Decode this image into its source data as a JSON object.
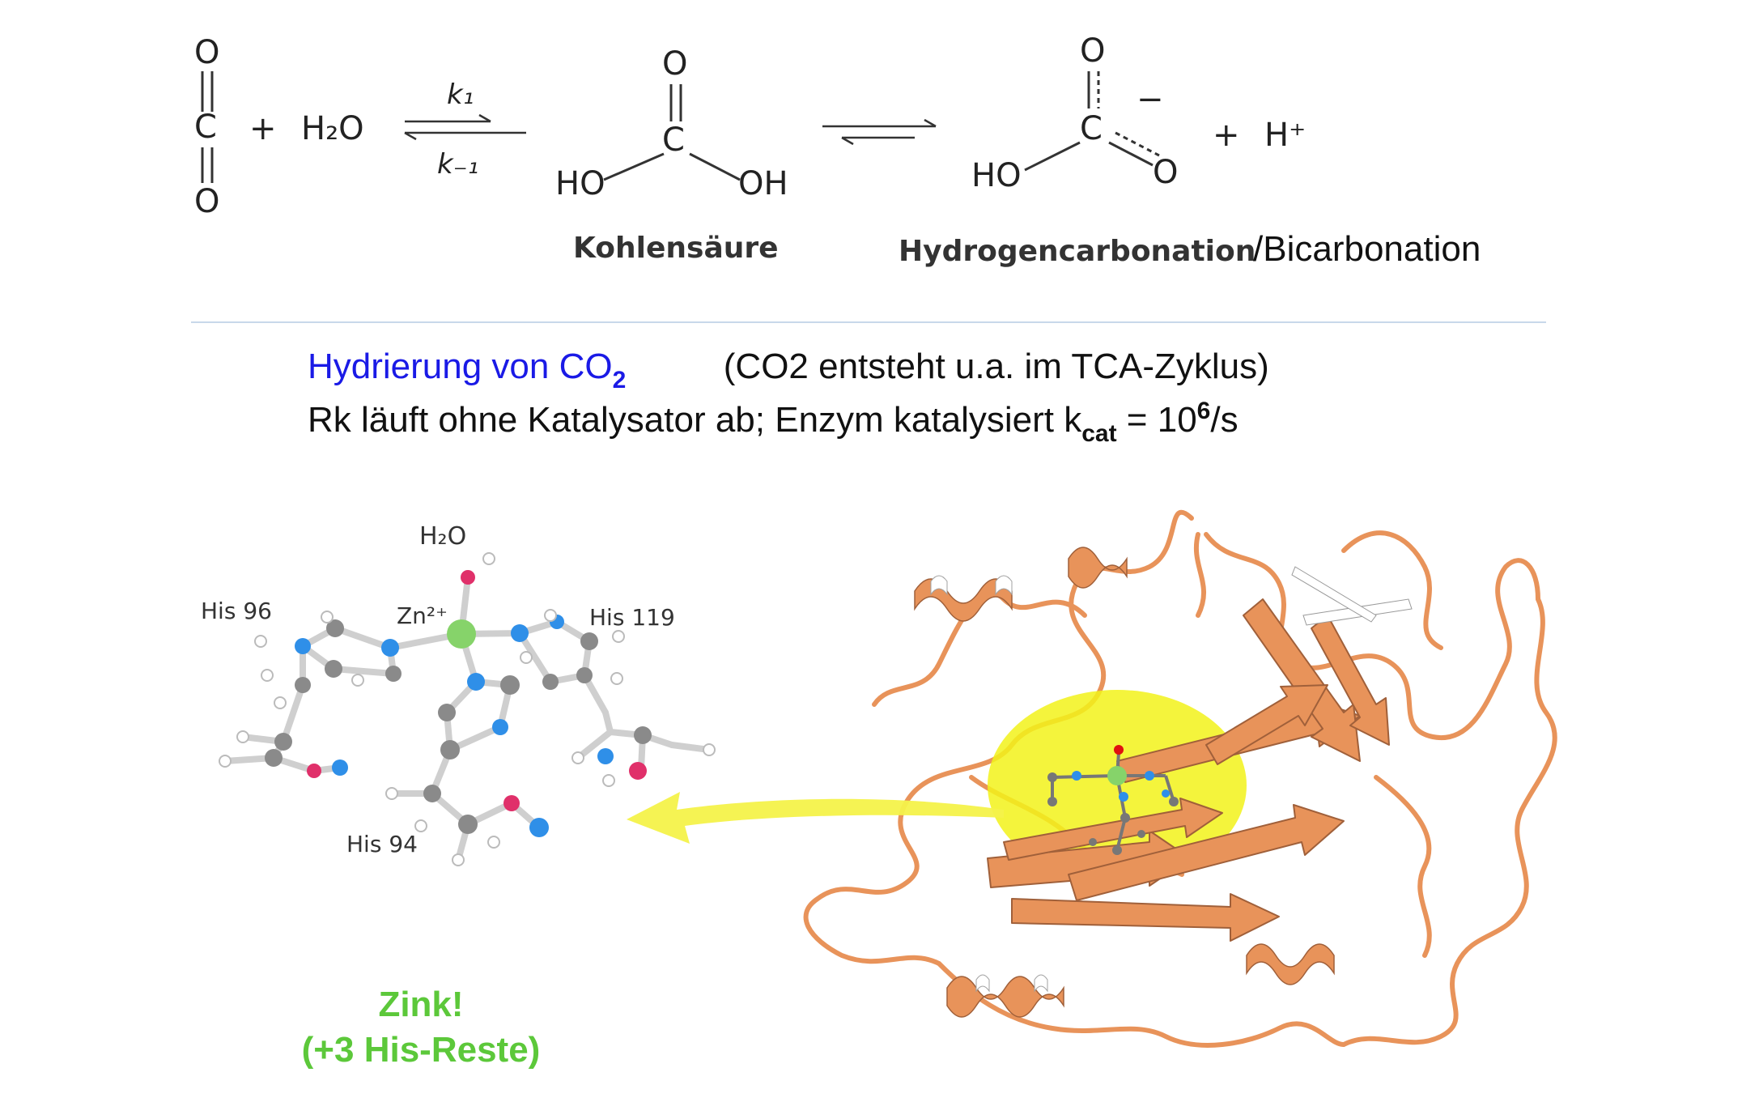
{
  "reaction": {
    "co2_o_top": "O",
    "co2_c": "C",
    "co2_o_bottom": "O",
    "plus1": "+",
    "water": "H₂O",
    "k_forward": "k₁",
    "k_reverse": "k₋₁",
    "acid": {
      "o": "O",
      "c": "C",
      "ho": "HO",
      "oh": "OH",
      "name": "Kohlensäure"
    },
    "bicarbonate": {
      "o_top": "O",
      "c": "C",
      "minus": "−",
      "o_right": "O",
      "ho": "HO",
      "name": "Hydrogencarbonation",
      "name_suffix": "/Bicarbonation"
    },
    "plus2": "+",
    "proton": "H⁺"
  },
  "text": {
    "hydrierung": "Hydrierung von CO",
    "hydrierung_sub": "2",
    "tca_note": "(CO2 entsteht u.a. im TCA-Zyklus)",
    "line2_a": "Rk läuft ohne Katalysator ab; Enzym katalysiert k",
    "line2_sub": "cat",
    "line2_b": " = 10",
    "line2_sup": "6",
    "line2_c": "/s"
  },
  "active_site": {
    "water": "H₂O",
    "zinc": "Zn²⁺",
    "his96": "His 96",
    "his119": "His 119",
    "his94": "His 94"
  },
  "caption": {
    "line1": "Zink!",
    "line2": "(+3 His-Reste)"
  },
  "colors": {
    "blue_text": "#1a1ae6",
    "green_text": "#5cc83a",
    "ribbon": "#e8935a",
    "highlight": "#f2f21a",
    "zinc": "#86d36a",
    "nitrogen": "#2f8fe8",
    "oxygen": "#e0306a",
    "carbon": "#8a8a8a"
  }
}
